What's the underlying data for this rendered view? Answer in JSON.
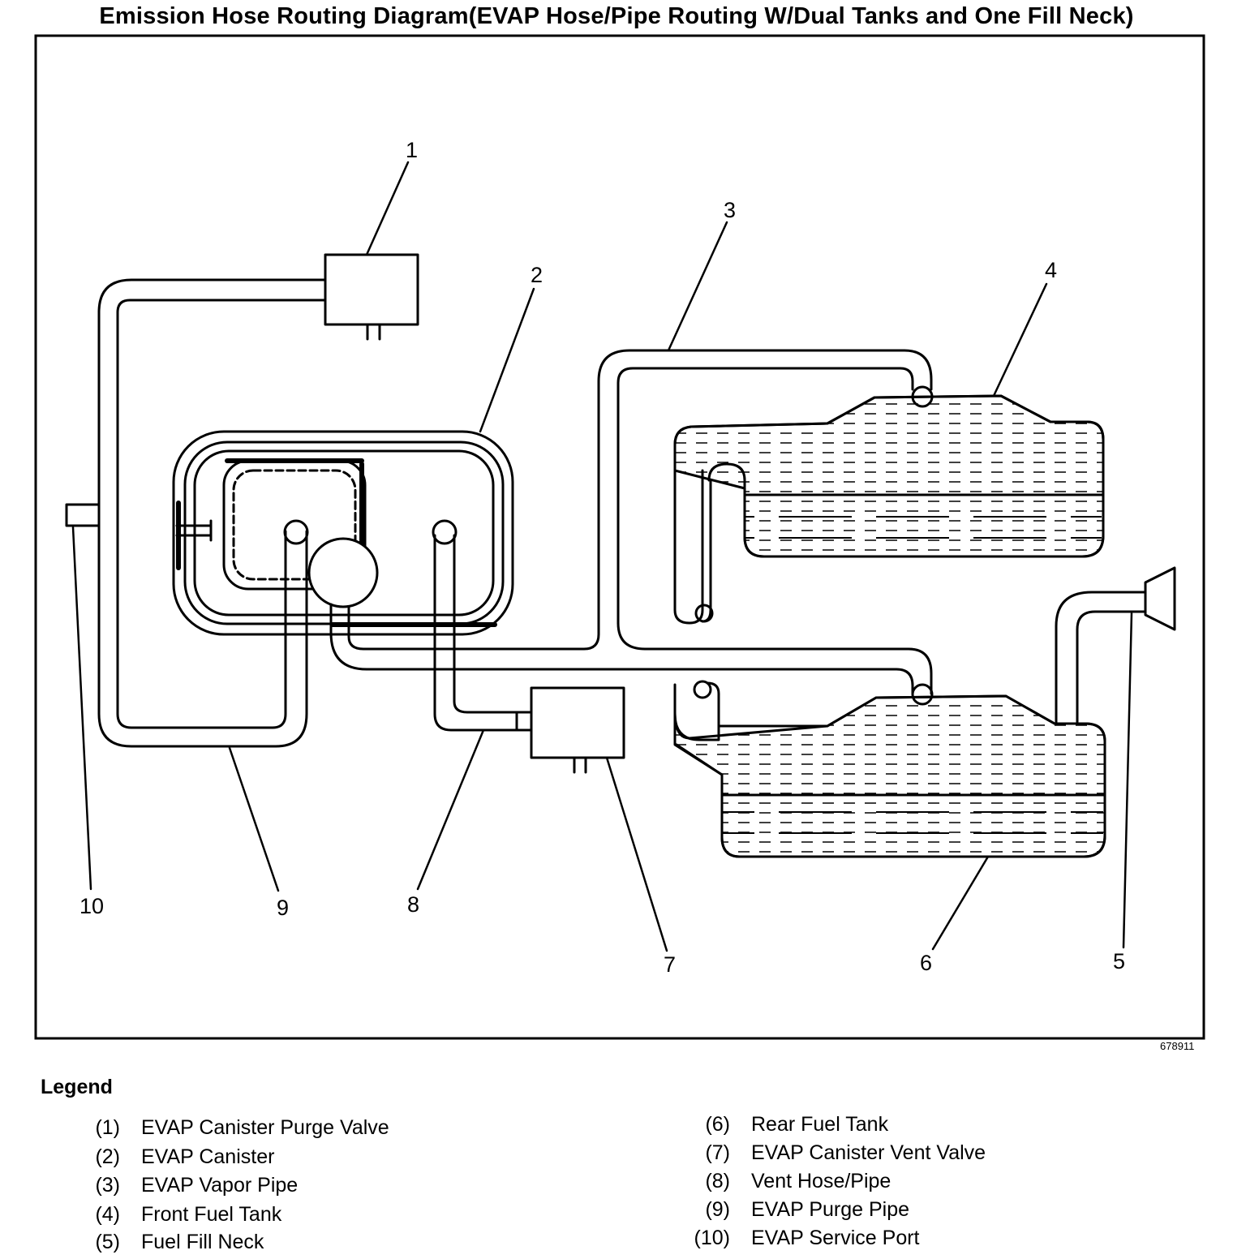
{
  "title": "Emission Hose Routing Diagram(EVAP Hose/Pipe Routing W/Dual Tanks and One Fill Neck)",
  "figure_id": "678911",
  "legend_title": "Legend",
  "callouts": [
    "1",
    "2",
    "3",
    "4",
    "5",
    "6",
    "7",
    "8",
    "9",
    "10"
  ],
  "legend": [
    {
      "num": "(1)",
      "text": "EVAP Canister Purge Valve"
    },
    {
      "num": "(2)",
      "text": "EVAP Canister"
    },
    {
      "num": "(3)",
      "text": "EVAP Vapor Pipe"
    },
    {
      "num": "(4)",
      "text": "Front Fuel Tank"
    },
    {
      "num": "(5)",
      "text": "Fuel Fill Neck"
    },
    {
      "num": "(6)",
      "text": "Rear Fuel Tank"
    },
    {
      "num": "(7)",
      "text": "EVAP Canister Vent Valve"
    },
    {
      "num": "(8)",
      "text": "Vent Hose/Pipe"
    },
    {
      "num": "(9)",
      "text": "EVAP Purge Pipe"
    },
    {
      "num": "(10)",
      "text": "EVAP Service Port"
    }
  ]
}
